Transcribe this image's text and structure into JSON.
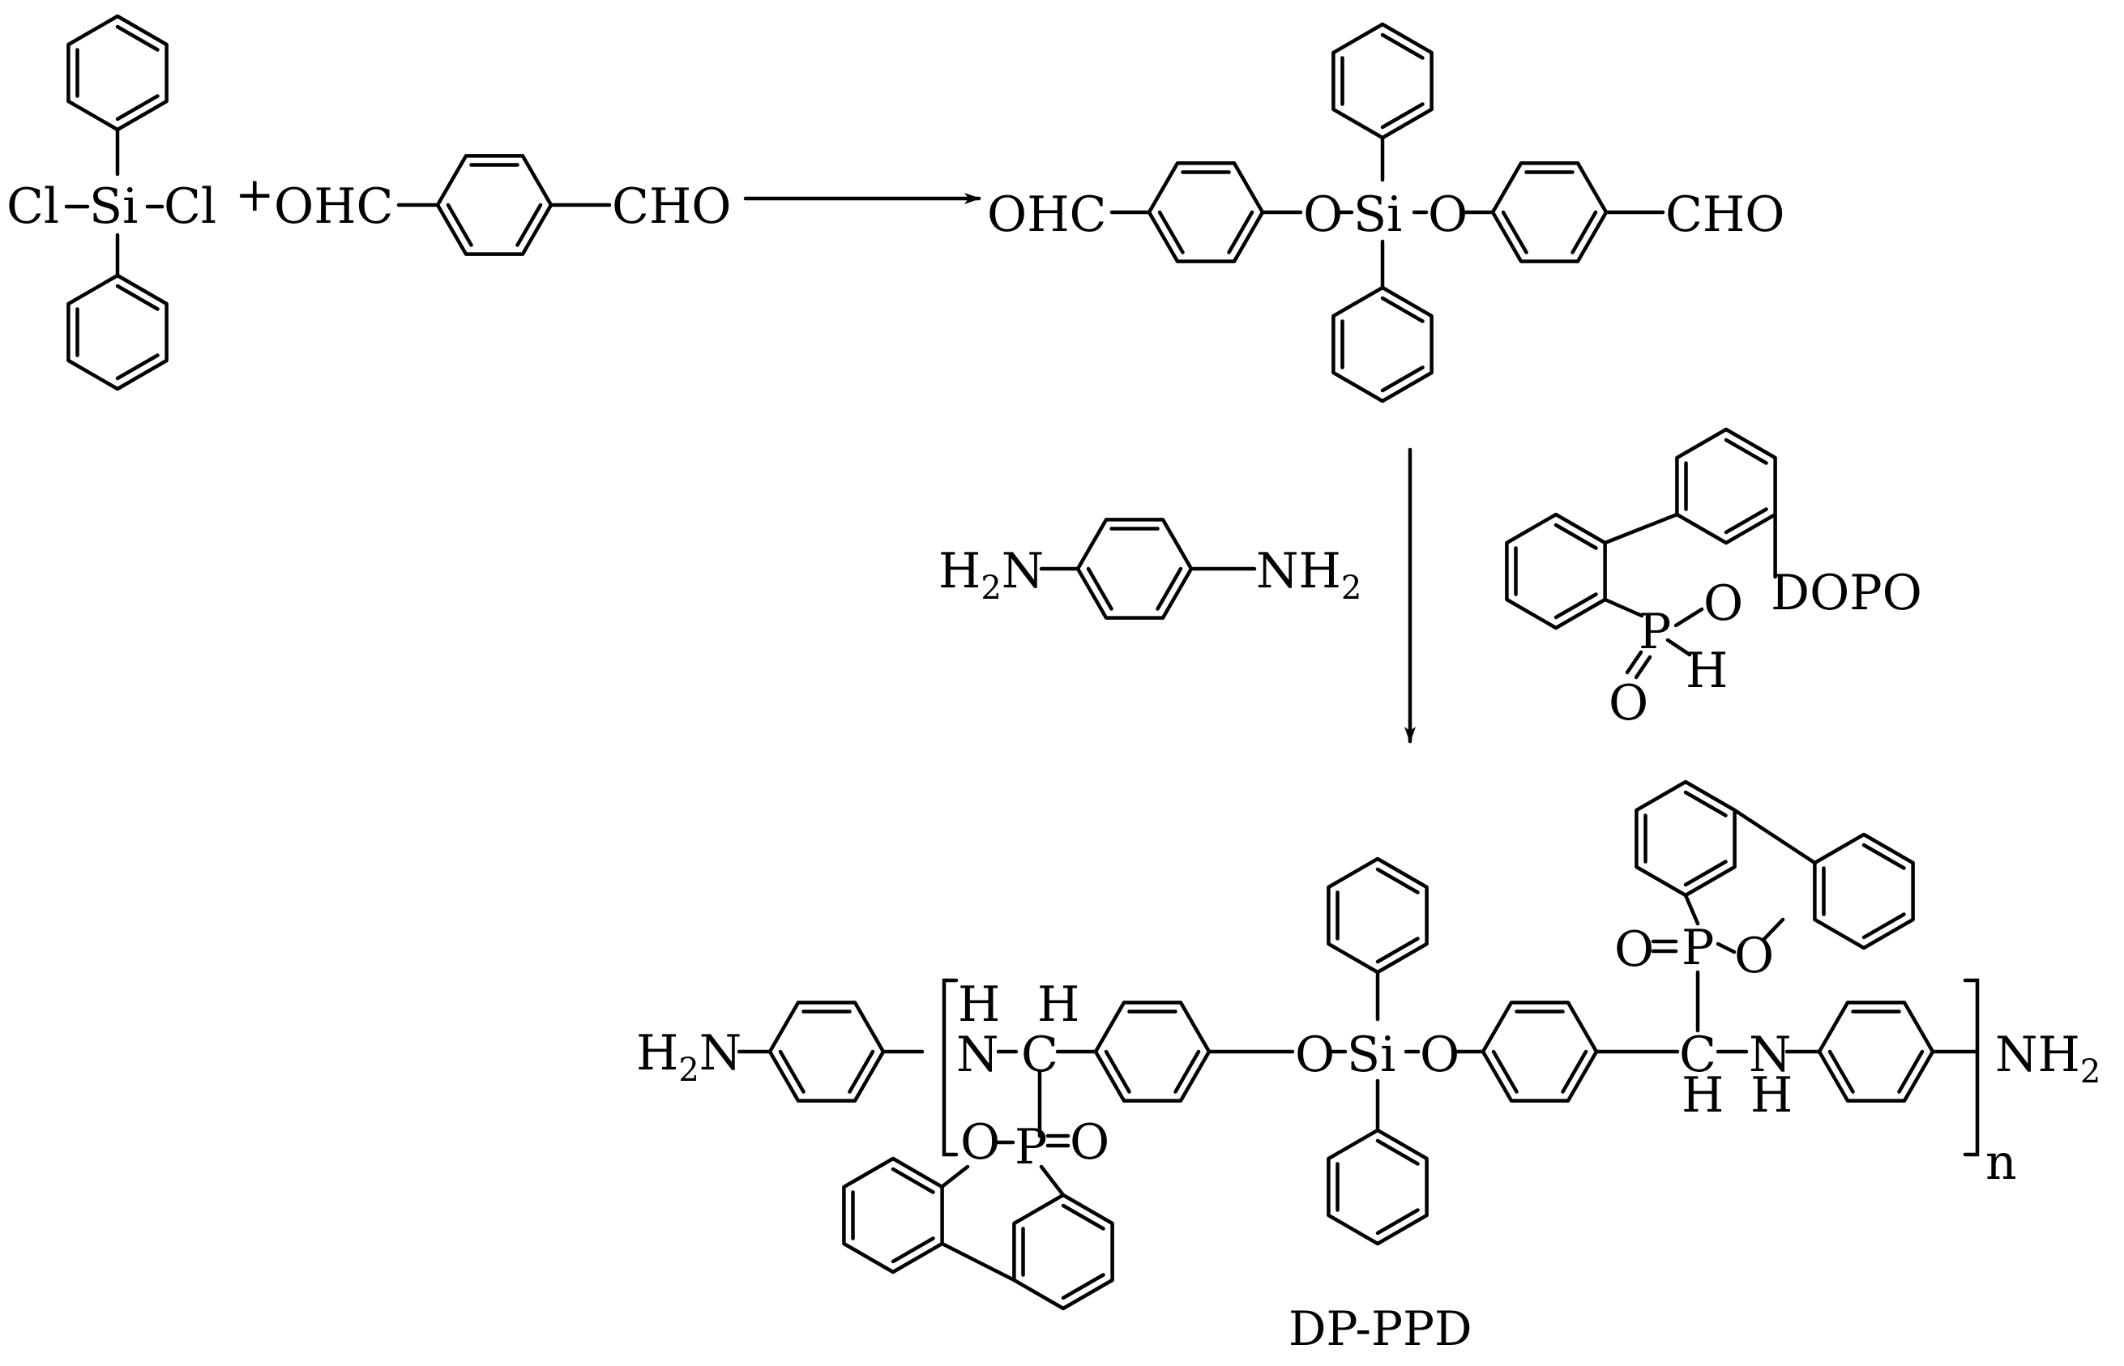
{
  "labels": {
    "cl_left": "Cl",
    "si_reagent": "Si",
    "cl_right": "Cl",
    "plus": "+",
    "ohc_reagent": "OHC",
    "cho_reagent": "CHO",
    "ohc_product": "OHC",
    "o_left_product": "O",
    "si_product": "Si",
    "o_right_product": "O",
    "cho_product": "CHO",
    "h2n_ppd": "H",
    "h2n_ppd_sub": "2",
    "h2n_ppd_n": "N",
    "nh2_ppd": "NH",
    "nh2_ppd_sub": "2",
    "dopo_o": "O",
    "dopo_p": "P",
    "dopo_h": "H",
    "dopo_o_double": "O",
    "dopo_name": "DOPO",
    "poly_h2n": "H",
    "poly_h2n_sub": "2",
    "poly_h2n_n": "N",
    "poly_nh_h_left": "H",
    "poly_nh_n_left": "N",
    "poly_ch_h_left": "H",
    "poly_ch_c_left": "C",
    "poly_o_si_left": "O",
    "poly_si": "Si",
    "poly_o_si_right": "O",
    "poly_ch_c_right": "C",
    "poly_ch_h_right": "H",
    "poly_nh_n_right": "N",
    "poly_nh_h_right": "H",
    "poly_nh2": "NH",
    "poly_nh2_sub": "2",
    "poly_n": "n",
    "poly_dopo_lower_o": "O",
    "poly_dopo_lower_p": "P",
    "poly_dopo_lower_o_double": "O",
    "poly_dopo_upper_o_double": "O",
    "poly_dopo_upper_p": "P",
    "poly_dopo_upper_o": "O",
    "product_name": "DP-PPD"
  }
}
